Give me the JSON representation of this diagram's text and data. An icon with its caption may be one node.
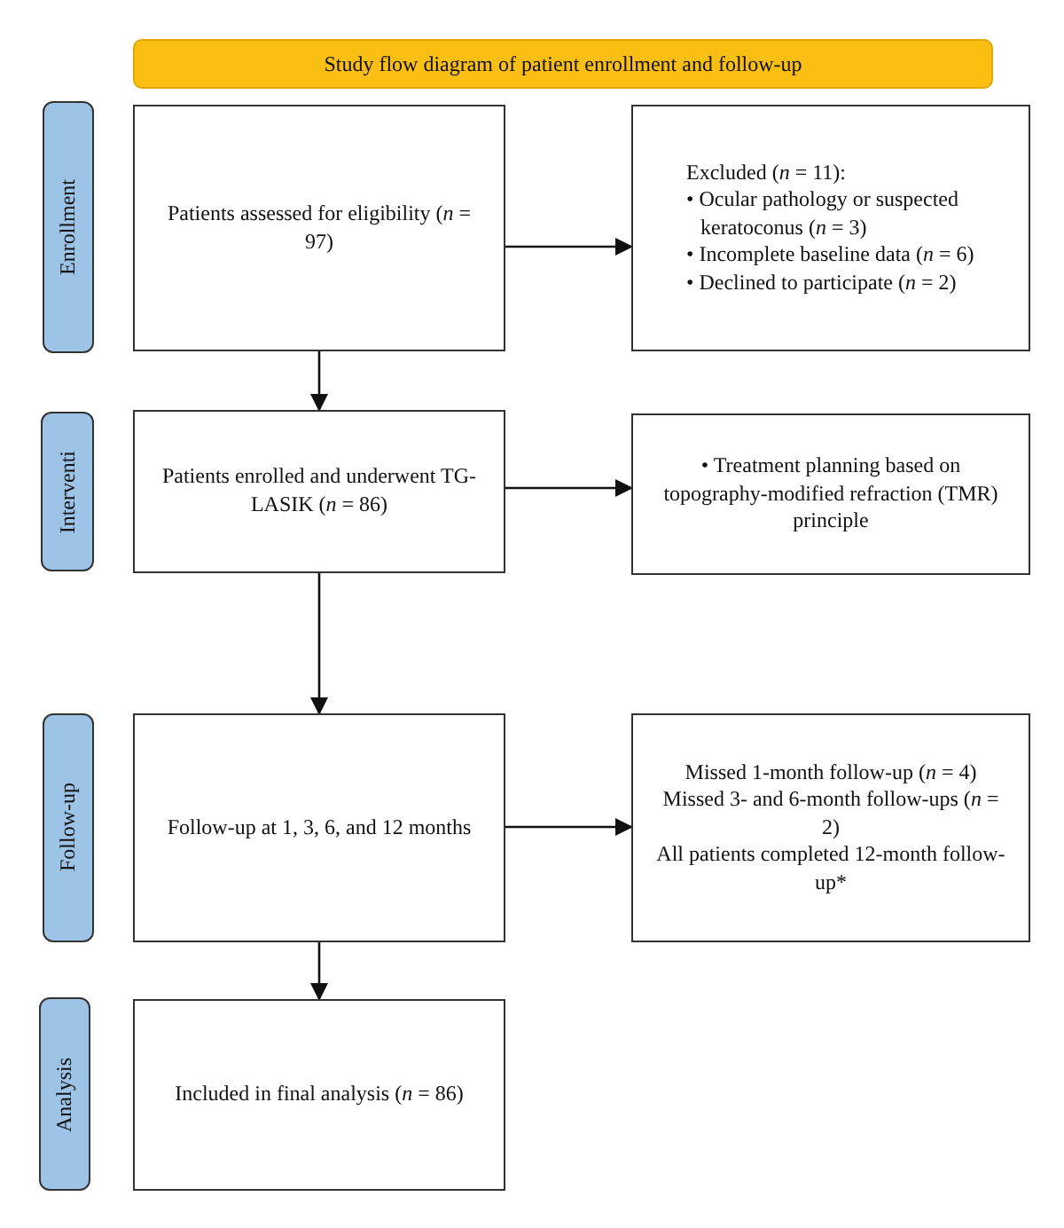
{
  "diagram": {
    "title": "Study flow diagram of patient enrollment and follow-up",
    "nodes": [
      {
        "text": [
          "Enrollment"
        ]
      },
      {
        "text": [
          "Patients assessed for eligibility (*n* = 97)"
        ]
      },
      {
        "text": [
          "Excluded (*n* = 11):",
          "• Ocular pathology or suspected keratoconus (*n* = 3)",
          "• Incomplete baseline data (*n* = 6)",
          "• Declined to participate (*n* = 2)"
        ]
      },
      {
        "text": [
          "Interventi"
        ]
      },
      {
        "text": [
          "Patients enrolled and underwent TG-LASIK (*n* = 86)"
        ]
      },
      {
        "text": [
          "• Treatment planning based on topography-modified refraction (TMR) principle"
        ]
      },
      {
        "text": [
          "Follow-up"
        ]
      },
      {
        "text": [
          "Follow-up at 1, 3, 6, and 12 months"
        ]
      },
      {
        "text": [
          "Missed 1-month follow-up (*n* = 4)",
          "Missed 3- and 6-month follow-ups (*n* = 2)",
          "All patients completed 12-month follow-up*"
        ]
      },
      {
        "text": [
          "Analysis"
        ]
      },
      {
        "text": [
          "Included in final analysis (*n* = 86)"
        ]
      }
    ],
    "edges": [
      {
        "from": 1,
        "to": 2,
        "arrow": "to"
      },
      {
        "from": 1,
        "to": 4,
        "arrow": "to"
      },
      {
        "from": 4,
        "to": 5,
        "arrow": "to"
      },
      {
        "from": 4,
        "to": 7,
        "arrow": "to"
      },
      {
        "from": 7,
        "to": 8,
        "arrow": "to"
      },
      {
        "from": 7,
        "to": 10,
        "arrow": "to"
      }
    ]
  }
}
